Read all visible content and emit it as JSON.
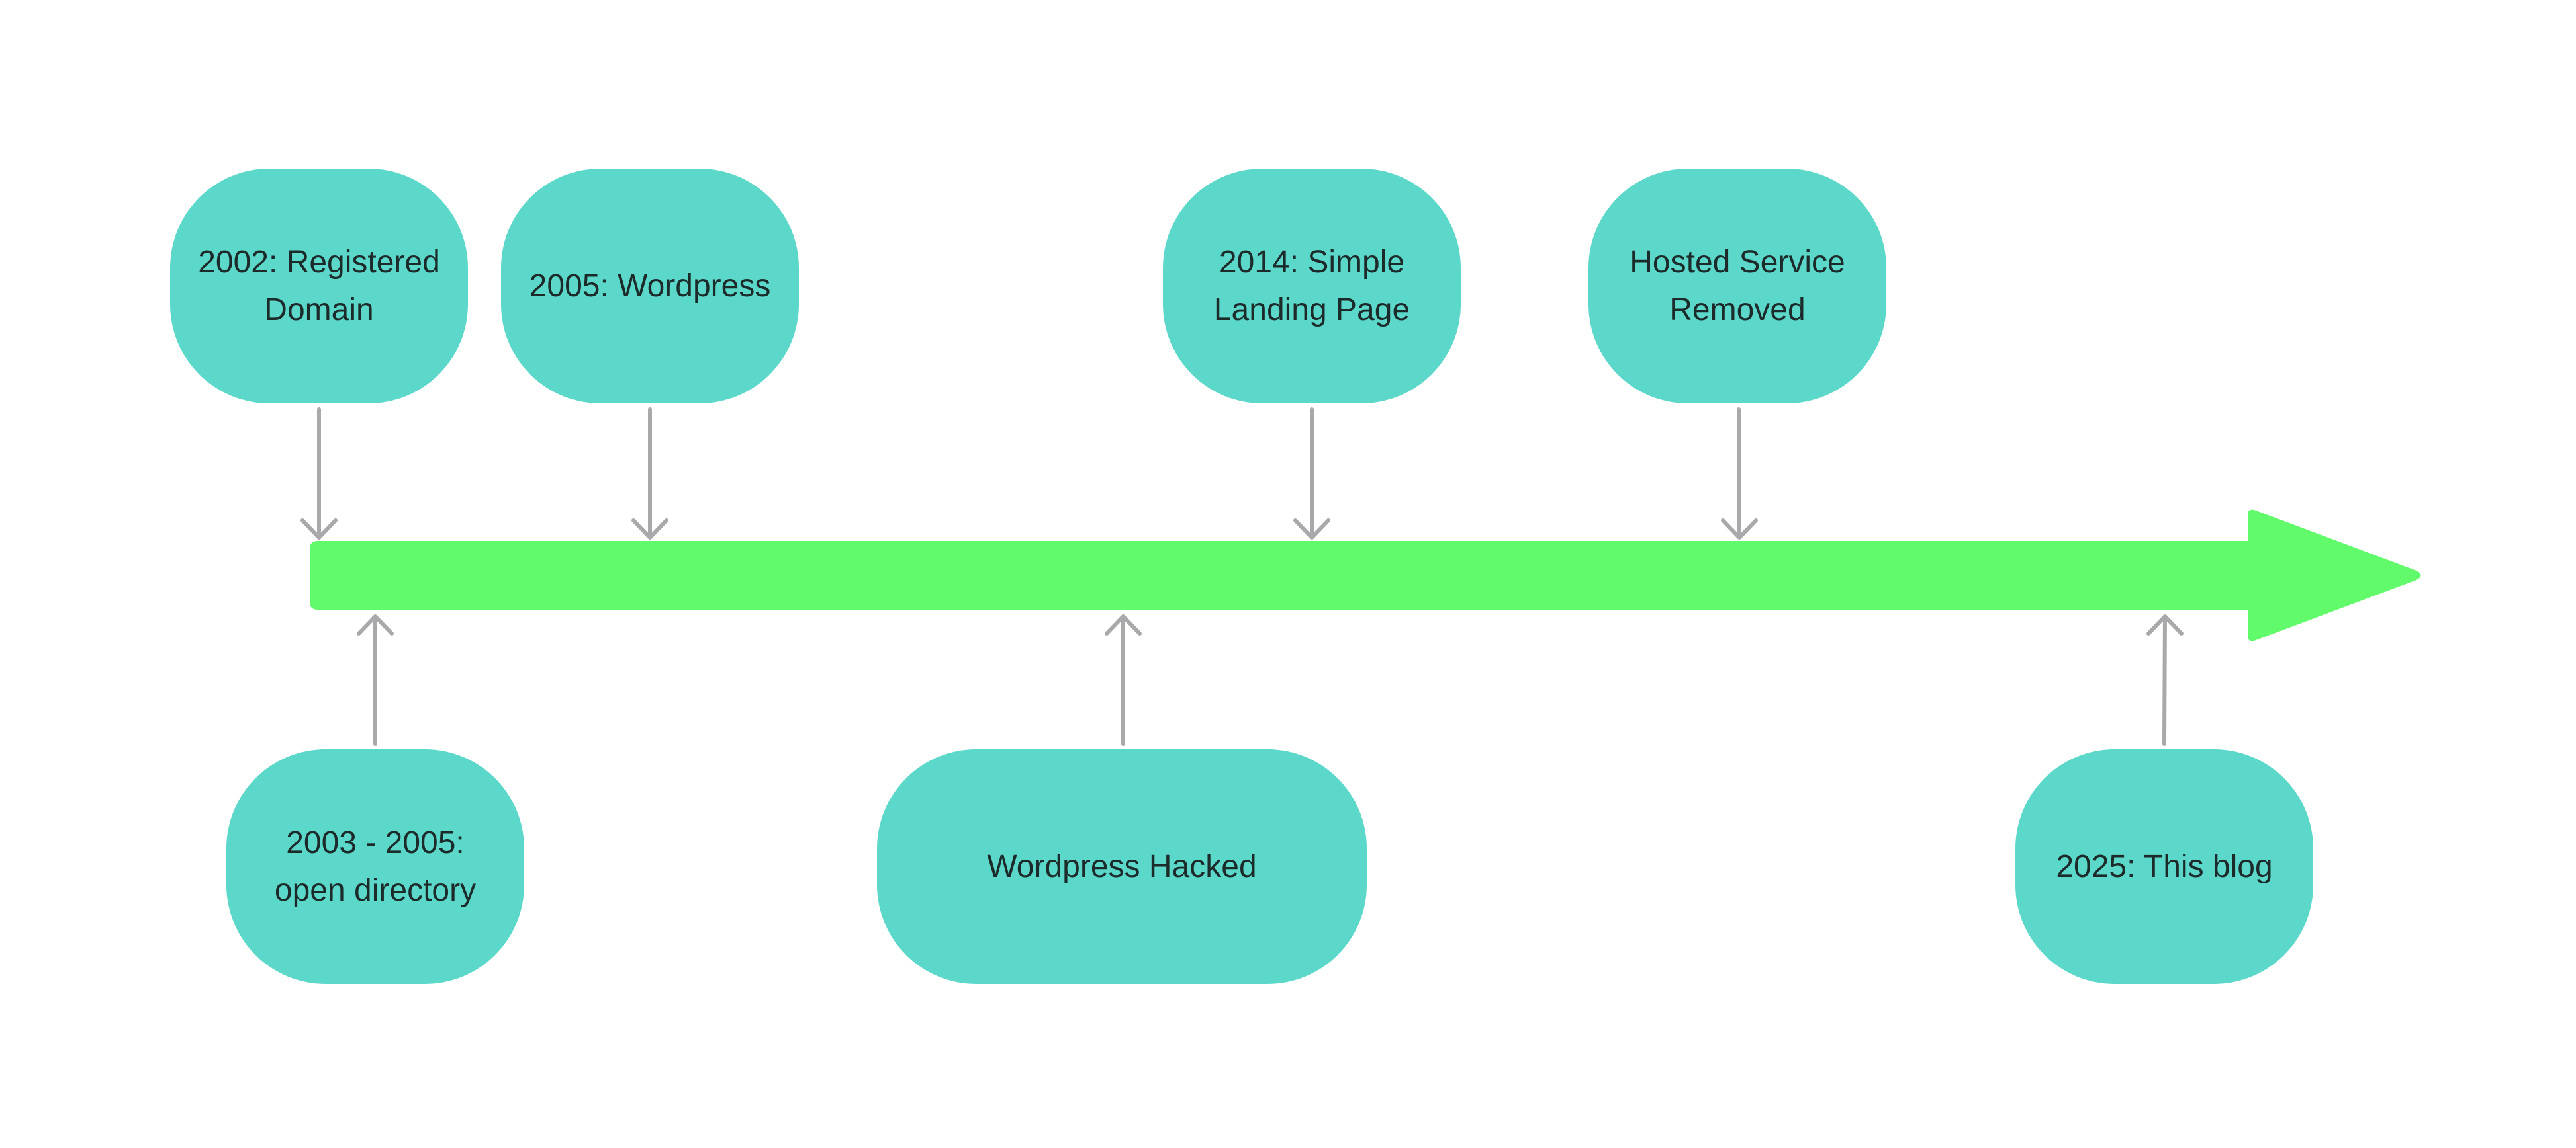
{
  "colors": {
    "event_fill": "#5cd8cb",
    "timeline_fill": "#60fa6a",
    "connector_stroke": "#a9a9ab",
    "text": "#1c2b2a",
    "background": "#ffffff"
  },
  "timeline": {
    "direction": "left-to-right",
    "arrow_icon": "arrow-right-icon"
  },
  "events_above": [
    {
      "label": "2002: Registered\nDomain",
      "connector_icon": "arrow-down-icon"
    },
    {
      "label": "2005: Wordpress",
      "connector_icon": "arrow-down-icon"
    },
    {
      "label": "2014: Simple\nLanding Page",
      "connector_icon": "arrow-down-icon"
    },
    {
      "label": "Hosted Service\nRemoved",
      "connector_icon": "arrow-down-icon"
    }
  ],
  "events_below": [
    {
      "label": "2003 - 2005:\nopen directory",
      "connector_icon": "arrow-up-icon"
    },
    {
      "label": "Wordpress Hacked",
      "connector_icon": "arrow-up-icon"
    },
    {
      "label": "2025: This blog",
      "connector_icon": "arrow-up-icon"
    }
  ]
}
